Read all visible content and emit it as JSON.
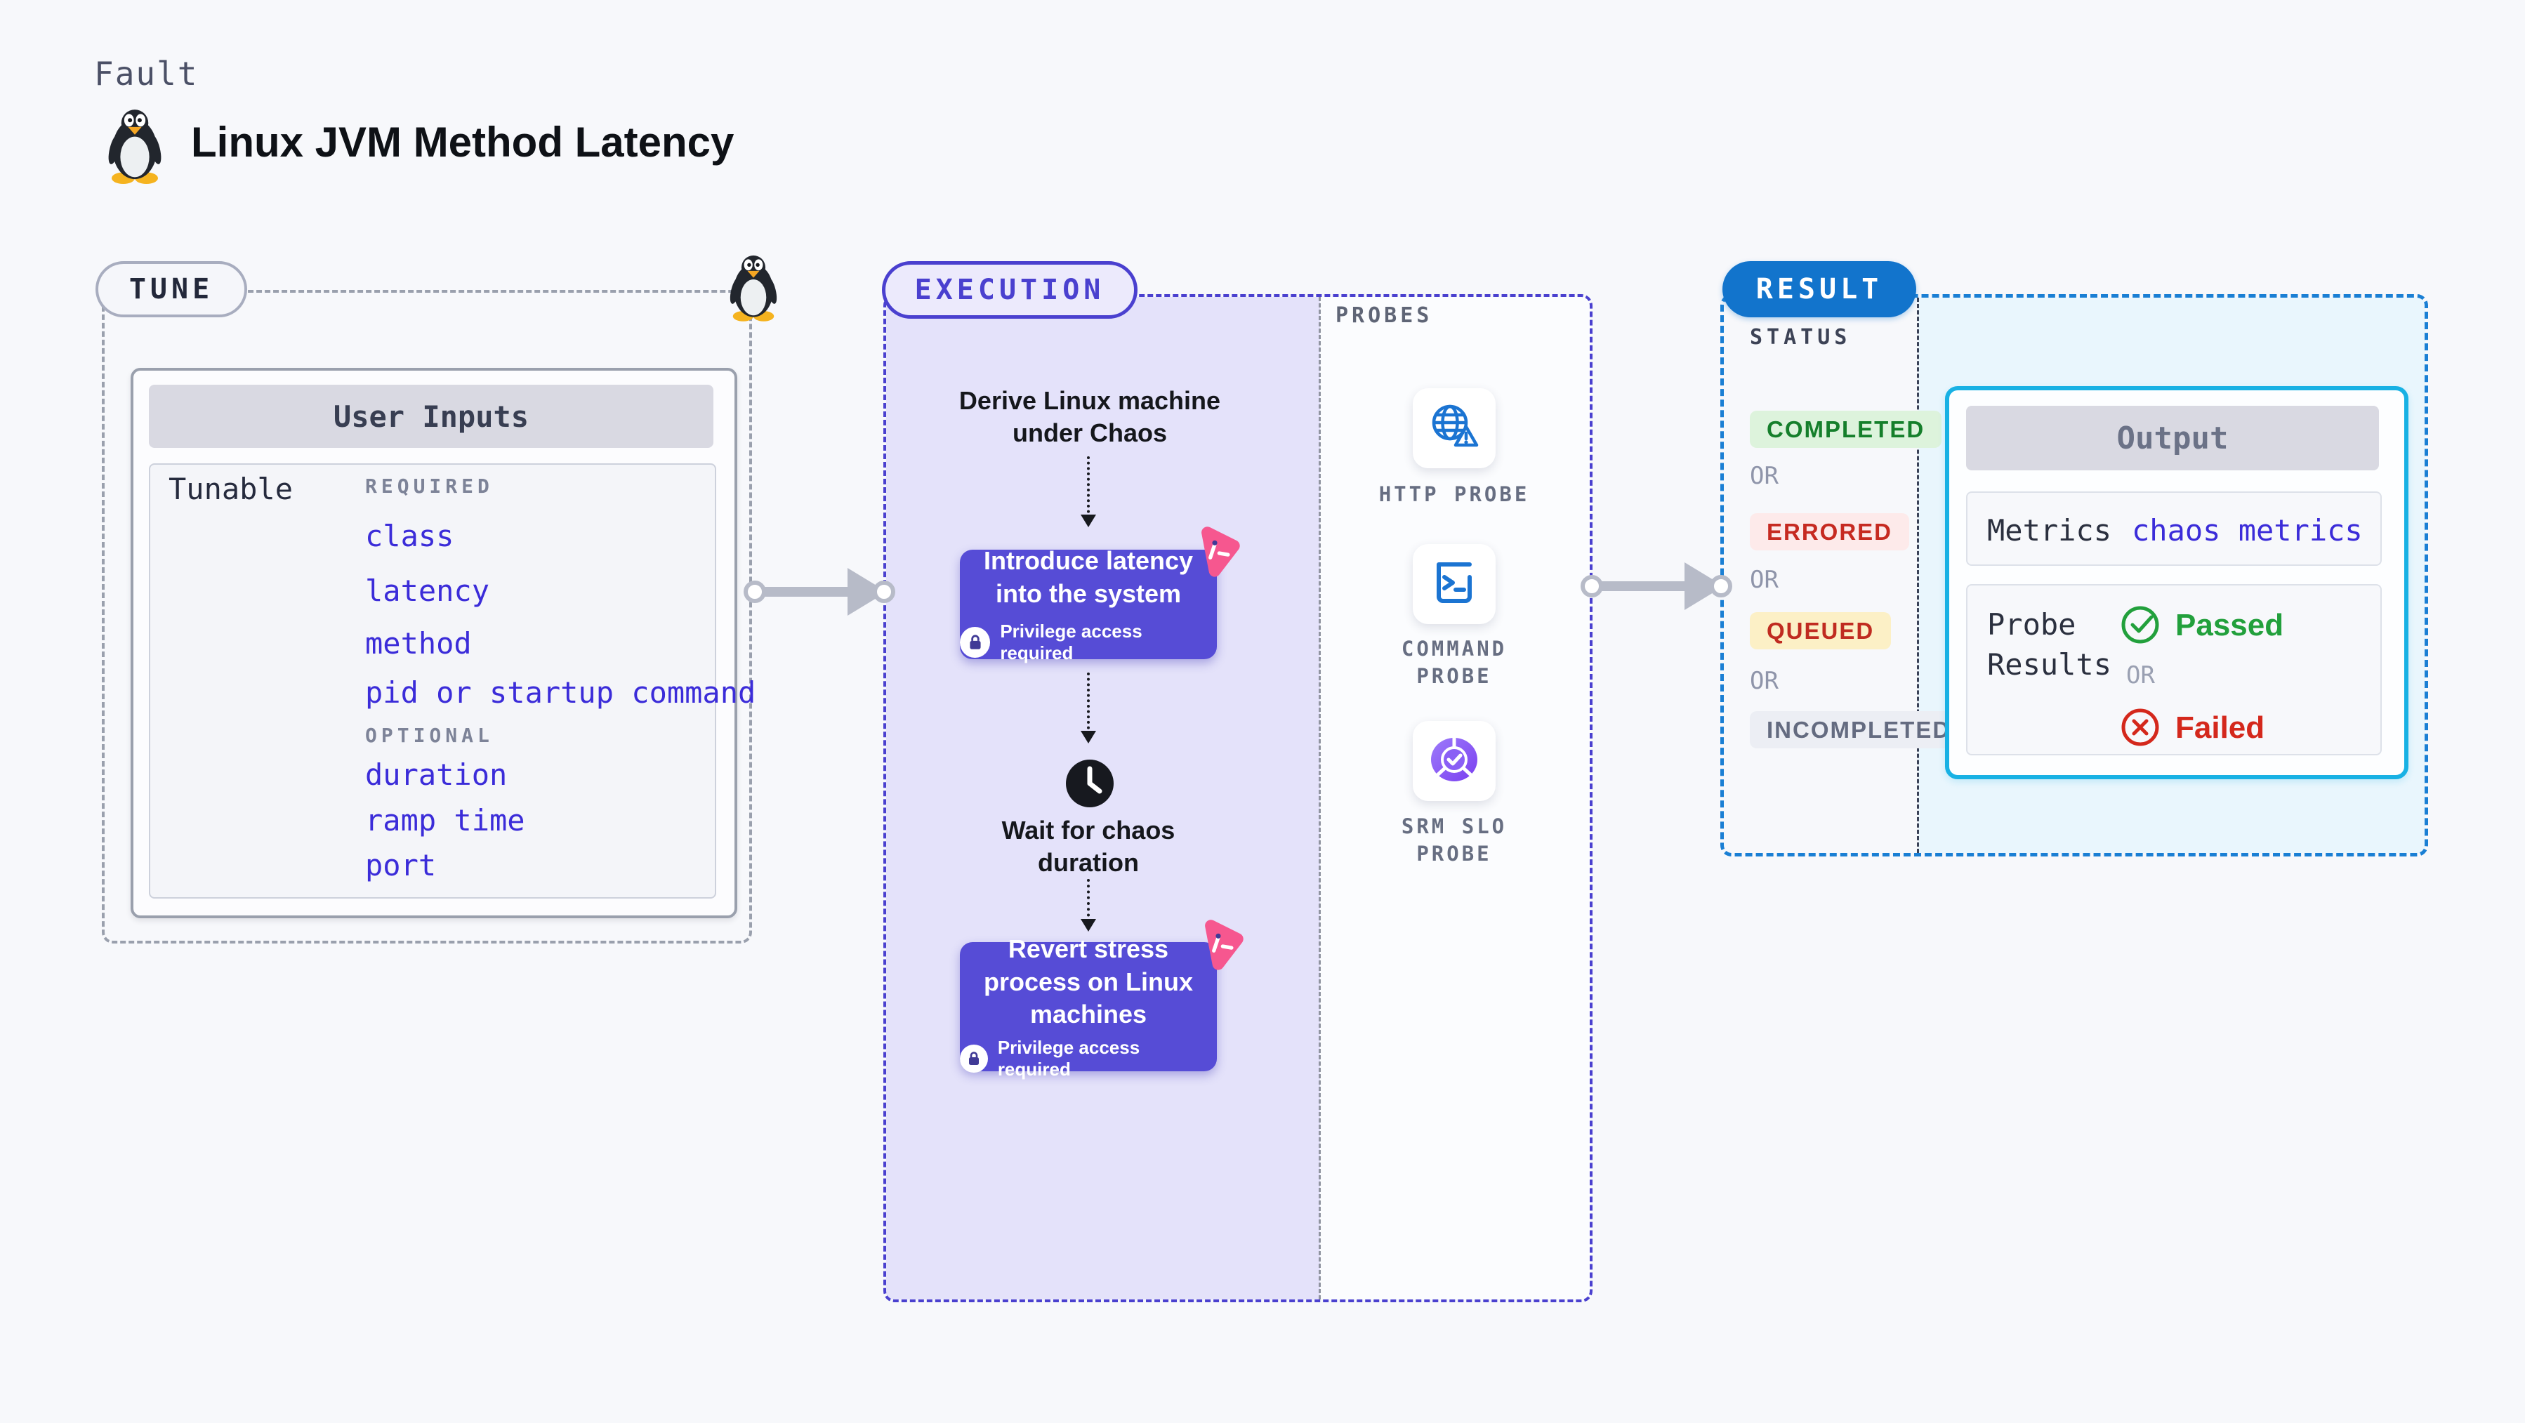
{
  "page": {
    "fault_label": "Fault",
    "title": "Linux JVM Method Latency"
  },
  "colors": {
    "background": "#f7f8fb",
    "indigo_accent": "#4a40cf",
    "step_purple": "#564cd6",
    "purple_fill": "#e4e2fa",
    "result_blue": "#1274cc",
    "cyan_border": "#18b1e4",
    "cyan_fill": "#e9f6fd",
    "value_blue": "#3b2cd9",
    "passed_green": "#22a03c",
    "failed_red": "#d4281c",
    "chaos_pink": "#f6578f",
    "probe_icon_blue": "#1b74d2"
  },
  "tune": {
    "pill": "TUNE",
    "card_title": "User Inputs",
    "row_label": "Tunable",
    "required_label": "REQUIRED",
    "optional_label": "OPTIONAL",
    "required_items": [
      "class",
      "latency",
      "method",
      "pid or startup command"
    ],
    "optional_items": [
      "duration",
      "ramp time",
      "port"
    ]
  },
  "execution": {
    "pill": "EXECUTION",
    "derive_text": "Derive Linux machine under Chaos",
    "step1_text": "Introduce latency into the system",
    "privilege_text": "Privilege access required",
    "wait_text": "Wait for chaos duration",
    "step2_text": "Revert stress process on Linux machines"
  },
  "probes": {
    "label": "PROBES",
    "items": [
      {
        "label": "HTTP PROBE",
        "icon": "globe-warning-icon"
      },
      {
        "label": "COMMAND PROBE",
        "icon": "terminal-icon"
      },
      {
        "label": "SRM SLO PROBE",
        "icon": "slo-pie-icon"
      }
    ]
  },
  "result": {
    "pill": "RESULT",
    "status_label": "STATUS",
    "or_label": "OR",
    "statuses": [
      "COMPLETED",
      "ERRORED",
      "QUEUED",
      "INCOMPLETED"
    ],
    "output": {
      "title": "Output",
      "metrics_label": "Metrics",
      "metrics_value": "chaos metrics",
      "probe_results_label": "Probe Results",
      "passed_label": "Passed",
      "failed_label": "Failed"
    }
  }
}
